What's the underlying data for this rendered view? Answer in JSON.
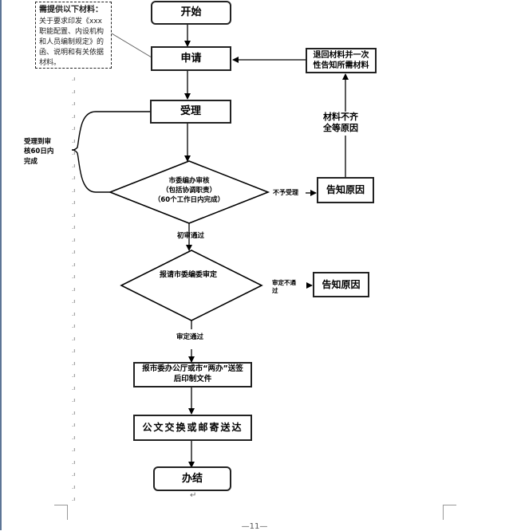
{
  "note": {
    "heading": "需提供以下材料：",
    "body": "关于要求印发《xxx职能配置、内设机构和人员编制规定》的函、说明和有关依据材料。"
  },
  "nodes": {
    "start": "开始",
    "apply": "申请",
    "return_materials": "退回材料并一次性告知所需材料",
    "accept": "受理",
    "review": [
      "市委编办审核",
      "（包括协调职责）",
      "（60个工作日内完成）"
    ],
    "notify_reason_1": "告知原因",
    "submit_approval": "报请市委编委审定",
    "notify_reason_2": "告知原因",
    "print_doc": [
      "报市委办公厅或市“两办”送签",
      "后印制文件"
    ],
    "exchange": "公文交换或邮寄送达",
    "end": "办结"
  },
  "edge_labels": {
    "incomplete": [
      "材料不齐",
      "全等原因"
    ],
    "not_accepted": "不予受理",
    "initial_pass": "初审通过",
    "rejected": [
      "审定不通",
      "过"
    ],
    "approved": "审定通过"
  },
  "brace_label": [
    "受理到审",
    "核60日内",
    "完成"
  ],
  "footer": {
    "page_number": "—11—"
  }
}
